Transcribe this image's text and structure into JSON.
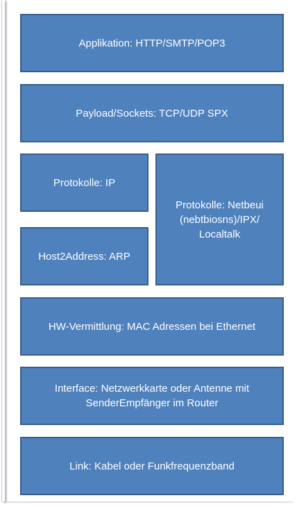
{
  "layers": {
    "application": "Applikation:  HTTP/SMTP/POP3",
    "payload": "Payload/Sockets: TCP/UDP SPX",
    "protocol_ip": "Protokolle: IP",
    "host2address": "Host2Address: ARP",
    "protocol_netbeui": "Protokolle: Netbeui\n(nebtbiosns)/IPX/\nLocaltalk",
    "hw_switching": "HW-Vermittlung: MAC Adressen bei Ethernet",
    "interface": "Interface: Netzwerkkarte oder Antenne mit\nSenderEmpfänger im Router",
    "link": "Link: Kabel oder Funkfrequenzband"
  },
  "colors": {
    "box_fill": "#4f81bd",
    "box_border": "#385d8a",
    "text": "#ffffff"
  }
}
